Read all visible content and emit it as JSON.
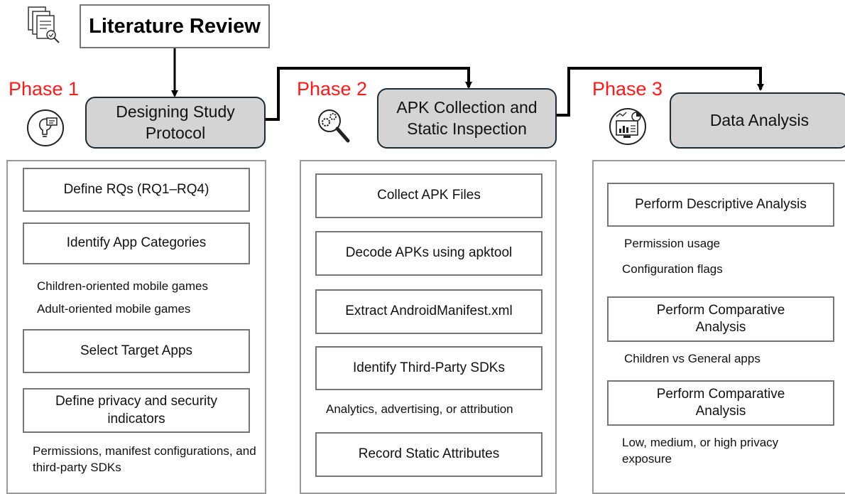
{
  "header": {
    "title": "Literature Review",
    "icon": "document-search-icon"
  },
  "phases": [
    {
      "label": "Phase 1",
      "icon": "lightbulb-idea-icon",
      "stage": "Designing Study Protocol",
      "steps": [
        {
          "label": "Define RQs (RQ1–RQ4)"
        },
        {
          "label": "Identify App Categories",
          "notes": [
            "Children-oriented mobile games",
            "Adult-oriented mobile games"
          ]
        },
        {
          "label": "Select Target Apps"
        },
        {
          "label": "Define privacy and security indicators",
          "notes": [
            "Permissions, manifest configurations, and third-party SDKs"
          ]
        }
      ]
    },
    {
      "label": "Phase 2",
      "icon": "gear-magnifier-icon",
      "stage": "APK Collection and Static Inspection",
      "steps": [
        {
          "label": "Collect APK Files"
        },
        {
          "label": "Decode APKs using apktool"
        },
        {
          "label": "Extract AndroidManifest.xml"
        },
        {
          "label": "Identify Third-Party SDKs",
          "notes": [
            "Analytics, advertising, or attribution"
          ]
        },
        {
          "label": "Record Static Attributes"
        }
      ]
    },
    {
      "label": "Phase 3",
      "icon": "analytics-dashboard-icon",
      "stage": "Data Analysis",
      "steps": [
        {
          "label": "Perform Descriptive Analysis",
          "notes": [
            "Permission usage",
            "Configuration flags"
          ]
        },
        {
          "label": "Perform Comparative Analysis",
          "notes": [
            "Children vs General apps"
          ]
        },
        {
          "label": "Perform Comparative Analysis",
          "notes": [
            "Low, medium, or high privacy exposure"
          ]
        }
      ]
    }
  ]
}
